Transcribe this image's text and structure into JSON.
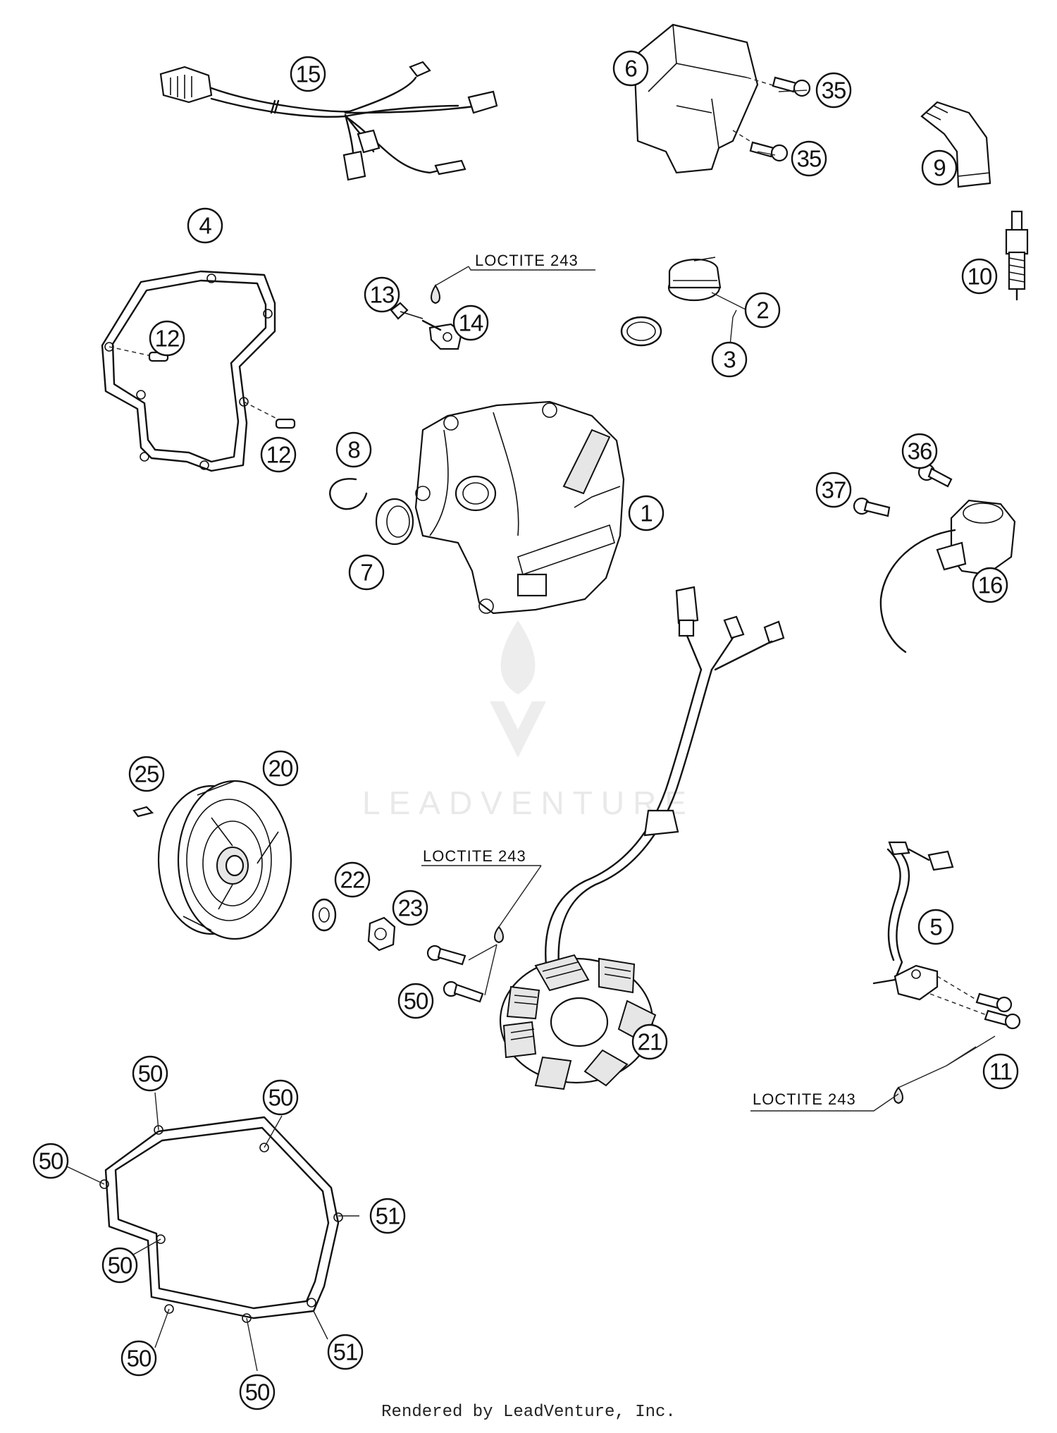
{
  "watermark": "LEADVENTURE",
  "footer": "Rendered by LeadVenture, Inc.",
  "notes": [
    "LOCTITE 243",
    "LOCTITE 243",
    "LOCTITE 243"
  ],
  "callouts": [
    "15",
    "6",
    "35",
    "35",
    "9",
    "10",
    "4",
    "13",
    "14",
    "2",
    "3",
    "12",
    "12",
    "8",
    "1",
    "7",
    "36",
    "37",
    "16",
    "25",
    "20",
    "22",
    "23",
    "50",
    "21",
    "5",
    "11",
    "50",
    "50",
    "50",
    "51",
    "50",
    "51",
    "50",
    "50"
  ]
}
